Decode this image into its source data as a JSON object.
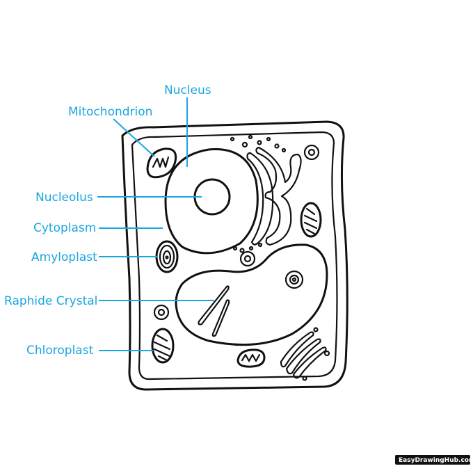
{
  "labels": {
    "nucleus": "Nucleus",
    "mitochondrion": "Mitochondrion",
    "nucleolus": "Nucleolus",
    "cytoplasm": "Cytoplasm",
    "amyloplast": "Amyloplast",
    "raphide_crystal": "Raphide Crystal",
    "chloroplast": "Chloroplast"
  },
  "watermark": "EasyDrawingHub.com",
  "colors": {
    "label": "#1aa6e0",
    "ink": "#111111",
    "background": "#ffffff"
  }
}
